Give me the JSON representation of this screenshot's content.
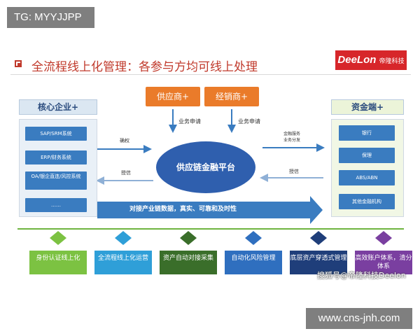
{
  "overlay_tag": "TG: MYYJJPP",
  "site_url": "www.cns-jnh.com",
  "watermark": "搜狐号@帝隆科技Deelon",
  "slide": {
    "title": "全流程线上化管理：各参与方均可线上处理",
    "logo": {
      "brand": "DeeLon",
      "cn": "帝隆科技"
    }
  },
  "participants": {
    "supplier": "供应商+",
    "distributor": "经销商+"
  },
  "core": {
    "header": "核心企业+",
    "systems": [
      "SAP/SRM系统",
      "ERP/财务系统",
      "OA/银企直连/风控系统",
      "……"
    ]
  },
  "capital": {
    "header": "资金端+",
    "items": [
      "银行",
      "保理",
      "ABS/ABN",
      "其他金融机构"
    ]
  },
  "platform": "供应链金融平台",
  "flows": {
    "apply_left": "业务申请",
    "apply_right": "业务申请",
    "confirm": "确权",
    "credit_left": "授信",
    "credit_right": "授信",
    "finance_service": "金融服务",
    "business_split": "业务分发"
  },
  "banner": "对接产业链数据，真实、可靠和及时性",
  "features": [
    {
      "label": "身份认证线上化",
      "color": "#7cc242"
    },
    {
      "label": "全流程线上化运营",
      "color": "#2f9fd8"
    },
    {
      "label": "资产自动对接采集",
      "color": "#3a6e2a"
    },
    {
      "label": "自动化风险管理",
      "color": "#2f6fbf"
    },
    {
      "label": "底层资产穿透式管理",
      "color": "#1f3e7a"
    },
    {
      "label": "高效账户体系，清分体系",
      "color": "#7a3fa0"
    }
  ]
}
